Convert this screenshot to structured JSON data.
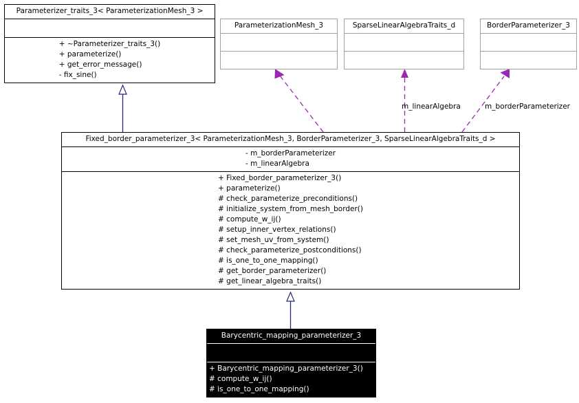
{
  "diagram": {
    "type": "uml-class-diagram",
    "colors": {
      "inheritance_edge": "#27277f",
      "usage_edge": "#9a28b4",
      "box_border": "#000000",
      "light_box_border": "#a0a0a0",
      "inverted_box_bg": "#000000",
      "inverted_box_text": "#ffffff",
      "background": "#ffffff"
    },
    "classes": [
      {
        "id": "parameterizer-traits",
        "title": "Parameterizer_traits_3< ParameterizationMesh_3 >",
        "attributes": [],
        "operations": [
          "+ ~Parameterizer_traits_3()",
          "+ parameterize()",
          "+ get_error_message()",
          "- fix_sine()"
        ]
      },
      {
        "id": "parameterization-mesh",
        "title": "ParameterizationMesh_3",
        "attributes": [],
        "operations": []
      },
      {
        "id": "sparse-linear-algebra",
        "title": "SparseLinearAlgebraTraits_d",
        "attributes": [],
        "operations": []
      },
      {
        "id": "border-parameterizer",
        "title": "BorderParameterizer_3",
        "attributes": [],
        "operations": []
      },
      {
        "id": "fixed-border",
        "title": "Fixed_border_parameterizer_3< ParameterizationMesh_3, BorderParameterizer_3, SparseLinearAlgebraTraits_d >",
        "attributes": [
          "- m_borderParameterizer",
          "- m_linearAlgebra"
        ],
        "operations": [
          "+ Fixed_border_parameterizer_3()",
          "+ parameterize()",
          "# check_parameterize_preconditions()",
          "# initialize_system_from_mesh_border()",
          "# compute_w_ij()",
          "# setup_inner_vertex_relations()",
          "# set_mesh_uv_from_system()",
          "# check_parameterize_postconditions()",
          "# is_one_to_one_mapping()",
          "# get_border_parameterizer()",
          "# get_linear_algebra_traits()"
        ]
      },
      {
        "id": "barycentric",
        "title": "Barycentric_mapping_parameterizer_3",
        "attributes": [],
        "operations": [
          "+ Barycentric_mapping_parameterizer_3()",
          "# compute_w_ij()",
          "# is_one_to_one_mapping()"
        ]
      }
    ],
    "edge_labels": {
      "linear_algebra": "m_linearAlgebra",
      "border_parameterizer": "m_borderParameterizer"
    }
  }
}
